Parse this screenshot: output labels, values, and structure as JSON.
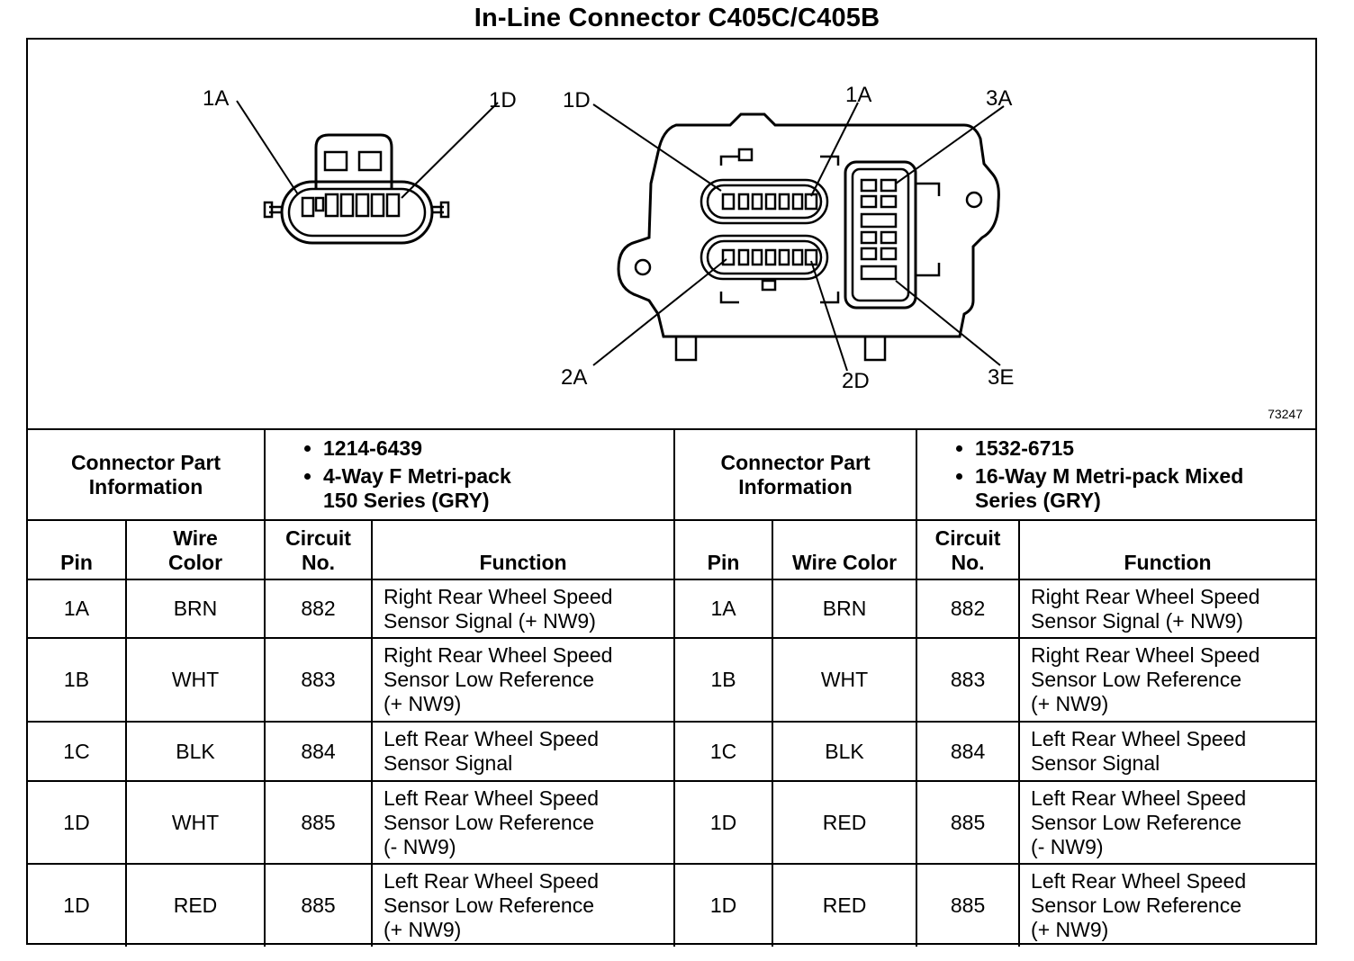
{
  "title": "In-Line Connector C405C/C405B",
  "figure_number": "73247",
  "left_connector_labels": [
    "1A",
    "1D"
  ],
  "right_connector_labels": [
    "1D",
    "1A",
    "3A",
    "2A",
    "2D",
    "3E"
  ],
  "connectors": [
    {
      "part_heading": "Connector Part\nInformation",
      "part_items": [
        "1214-6439",
        "4-Way F Metri-pack\n150 Series (GRY)"
      ]
    },
    {
      "part_heading": "Connector Part\nInformation",
      "part_items": [
        "1532-6715",
        "16-Way M Metri-pack Mixed\nSeries (GRY)"
      ]
    }
  ],
  "columns": {
    "pin": "Pin",
    "wire_color_left": "Wire\nColor",
    "wire_color_right": "Wire Color",
    "circuit": "Circuit\nNo.",
    "function": "Function"
  },
  "rows": [
    {
      "left": {
        "pin": "1A",
        "color": "BRN",
        "circuit": "882",
        "function": "Right Rear Wheel Speed\nSensor Signal (+ NW9)"
      },
      "right": {
        "pin": "1A",
        "color": "BRN",
        "circuit": "882",
        "function": "Right Rear Wheel Speed\nSensor Signal (+ NW9)"
      }
    },
    {
      "left": {
        "pin": "1B",
        "color": "WHT",
        "circuit": "883",
        "function": "Right Rear Wheel Speed\nSensor Low Reference\n(+ NW9)"
      },
      "right": {
        "pin": "1B",
        "color": "WHT",
        "circuit": "883",
        "function": "Right Rear Wheel Speed\nSensor Low Reference\n(+ NW9)"
      }
    },
    {
      "left": {
        "pin": "1C",
        "color": "BLK",
        "circuit": "884",
        "function": "Left Rear Wheel Speed\nSensor Signal"
      },
      "right": {
        "pin": "1C",
        "color": "BLK",
        "circuit": "884",
        "function": "Left Rear Wheel Speed\nSensor Signal"
      }
    },
    {
      "left": {
        "pin": "1D",
        "color": "WHT",
        "circuit": "885",
        "function": "Left Rear Wheel Speed\nSensor Low Reference\n(- NW9)"
      },
      "right": {
        "pin": "1D",
        "color": "RED",
        "circuit": "885",
        "function": "Left Rear Wheel Speed\nSensor Low Reference\n(- NW9)"
      }
    },
    {
      "left": {
        "pin": "1D",
        "color": "RED",
        "circuit": "885",
        "function": "Left Rear Wheel Speed\nSensor Low Reference\n(+ NW9)"
      },
      "right": {
        "pin": "1D",
        "color": "RED",
        "circuit": "885",
        "function": "Left Rear Wheel Speed\nSensor Low Reference\n(+ NW9)"
      }
    }
  ]
}
